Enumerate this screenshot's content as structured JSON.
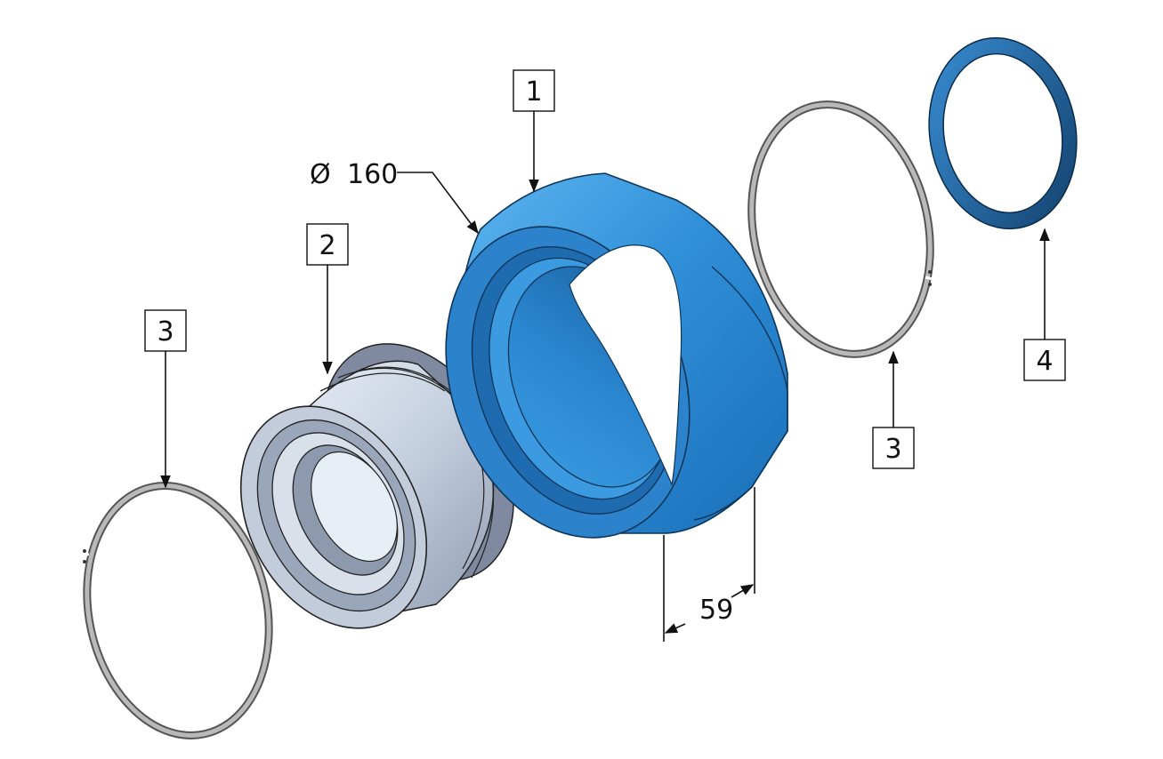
{
  "balloons": [
    {
      "id": "part-1",
      "text": "1"
    },
    {
      "id": "part-2",
      "text": "2"
    },
    {
      "id": "part-3-left",
      "text": "3"
    },
    {
      "id": "part-3-right",
      "text": "3"
    },
    {
      "id": "part-4",
      "text": "4"
    }
  ],
  "dimensions": {
    "diameter": {
      "symbol": "Ø",
      "value": "160"
    },
    "width": {
      "value": "59"
    }
  },
  "colors": {
    "housing_blue": "#2a7ec8",
    "housing_blue_light": "#4aa8ea",
    "housing_blue_dark": "#1a5a96",
    "spacer_blue": "#1d5f9a",
    "bearing_silver": "#c7d2e2",
    "bearing_silver_dark": "#8e9bb0",
    "snap_ring_gray": "#8a8a8a",
    "line": "#111111"
  }
}
